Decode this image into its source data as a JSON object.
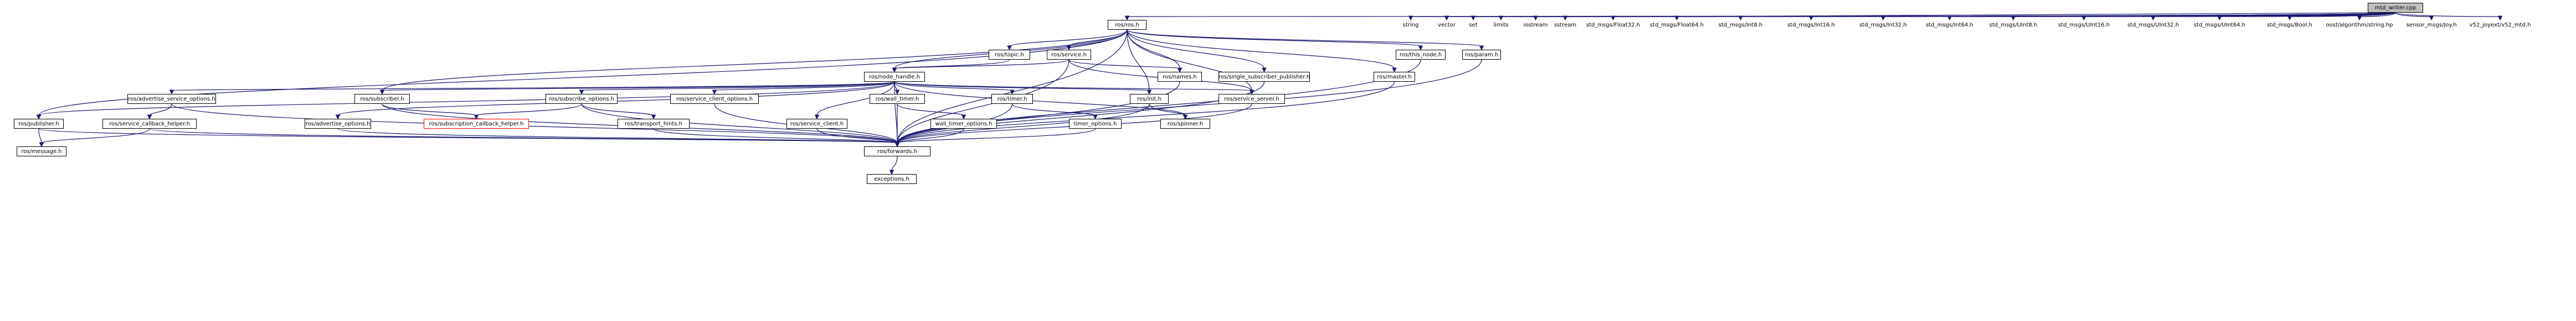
{
  "diagram": {
    "colors": {
      "edge": "#191970",
      "root_fill": "#bfbfbf",
      "missing_border": "#ff0000",
      "node_border": "#000000"
    },
    "nodes": [
      {
        "id": "mtd_writer",
        "label": "mtd_writer.cpp",
        "kind": "root"
      },
      {
        "id": "ros_ros",
        "label": "ros/ros.h"
      },
      {
        "id": "string",
        "label": "string",
        "kind": "plain"
      },
      {
        "id": "vector",
        "label": "vector",
        "kind": "plain"
      },
      {
        "id": "set",
        "label": "set",
        "kind": "plain"
      },
      {
        "id": "limits",
        "label": "limits",
        "kind": "plain"
      },
      {
        "id": "iostream",
        "label": "iostream",
        "kind": "plain"
      },
      {
        "id": "sstream",
        "label": "sstream",
        "kind": "plain"
      },
      {
        "id": "float32",
        "label": "std_msgs/Float32.h",
        "kind": "plain"
      },
      {
        "id": "float64",
        "label": "std_msgs/Float64.h",
        "kind": "plain"
      },
      {
        "id": "int8",
        "label": "std_msgs/Int8.h",
        "kind": "plain"
      },
      {
        "id": "int16",
        "label": "std_msgs/Int16.h",
        "kind": "plain"
      },
      {
        "id": "int32",
        "label": "std_msgs/Int32.h",
        "kind": "plain"
      },
      {
        "id": "int64",
        "label": "std_msgs/Int64.h",
        "kind": "plain"
      },
      {
        "id": "uint8",
        "label": "std_msgs/UInt8.h",
        "kind": "plain"
      },
      {
        "id": "uint16",
        "label": "std_msgs/UInt16.h",
        "kind": "plain"
      },
      {
        "id": "uint32",
        "label": "std_msgs/UInt32.h",
        "kind": "plain"
      },
      {
        "id": "uint64",
        "label": "std_msgs/UInt64.h",
        "kind": "plain"
      },
      {
        "id": "bool",
        "label": "std_msgs/Bool.h",
        "kind": "plain"
      },
      {
        "id": "boost_string",
        "label": "boost/algorithm/string.hpp",
        "kind": "plain"
      },
      {
        "id": "joy",
        "label": "sensor_msgs/Joy.h",
        "kind": "plain"
      },
      {
        "id": "v52_joyext",
        "label": "v52_joyext/v52_mtd.h",
        "kind": "plain"
      },
      {
        "id": "ros_topic",
        "label": "ros/topic.h"
      },
      {
        "id": "ros_service",
        "label": "ros/service.h"
      },
      {
        "id": "ros_this_node",
        "label": "ros/this_node.h"
      },
      {
        "id": "ros_param",
        "label": "ros/param.h"
      },
      {
        "id": "ros_node_handle",
        "label": "ros/node_handle.h"
      },
      {
        "id": "ros_names",
        "label": "ros/names.h"
      },
      {
        "id": "ros_single_sub_pub",
        "label": "ros/single_subscriber_publisher.h"
      },
      {
        "id": "ros_master",
        "label": "ros/master.h"
      },
      {
        "id": "ros_adv_service_opts",
        "label": "ros/advertise_service_options.h"
      },
      {
        "id": "ros_subscriber",
        "label": "ros/subscriber.h"
      },
      {
        "id": "ros_subscribe_opts",
        "label": "ros/subscribe_options.h"
      },
      {
        "id": "ros_service_client_opts",
        "label": "ros/service_client_options.h"
      },
      {
        "id": "ros_wall_timer",
        "label": "ros/wall_timer.h"
      },
      {
        "id": "ros_timer",
        "label": "ros/timer.h"
      },
      {
        "id": "ros_init",
        "label": "ros/init.h"
      },
      {
        "id": "ros_service_server",
        "label": "ros/service_server.h"
      },
      {
        "id": "ros_publisher",
        "label": "ros/publisher.h"
      },
      {
        "id": "ros_service_cb_helper",
        "label": "ros/service_callback_helper.h"
      },
      {
        "id": "ros_advertise_opts",
        "label": "ros/advertise_options.h"
      },
      {
        "id": "ros_sub_cb_helper",
        "label": "ros/subscription_callback_helper.h",
        "kind": "missing"
      },
      {
        "id": "ros_transport_hints",
        "label": "ros/transport_hints.h"
      },
      {
        "id": "ros_service_client",
        "label": "ros/service_client.h"
      },
      {
        "id": "wall_timer_opts",
        "label": "wall_timer_options.h"
      },
      {
        "id": "timer_opts",
        "label": "timer_options.h"
      },
      {
        "id": "ros_spinner",
        "label": "ros/spinner.h"
      },
      {
        "id": "ros_message",
        "label": "ros/message.h"
      },
      {
        "id": "ros_forwards",
        "label": "ros/forwards.h"
      },
      {
        "id": "exceptions",
        "label": "exceptions.h"
      }
    ]
  }
}
